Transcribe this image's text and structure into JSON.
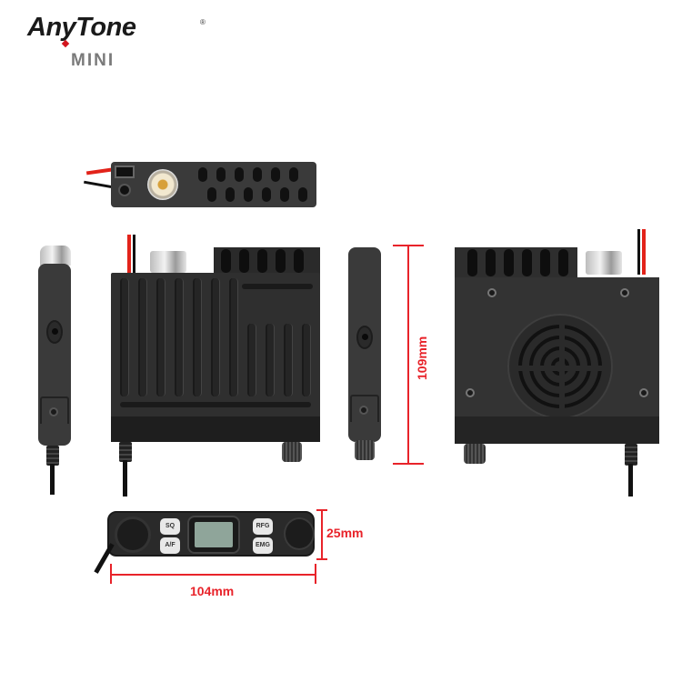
{
  "brand": {
    "logo_text": "AnyTone",
    "registered_mark": "®",
    "model": "MINI"
  },
  "views": {
    "rear": {
      "label": "rear-panel-view"
    },
    "left_side": {
      "label": "left-side-view"
    },
    "top": {
      "label": "top-view"
    },
    "right_side": {
      "label": "right-side-view"
    },
    "bottom": {
      "label": "bottom-speaker-view"
    },
    "front": {
      "label": "front-panel-view",
      "buttons": [
        {
          "label": "SQ"
        },
        {
          "label": "A/F"
        },
        {
          "label": "RFG"
        },
        {
          "label": "EMG"
        }
      ]
    }
  },
  "dimensions": {
    "depth": "109mm",
    "height": "25mm",
    "width": "104mm"
  },
  "colors": {
    "dimension_red": "#e8232a",
    "body_black": "#2b2b2b",
    "lcd_green": "#8fa59a",
    "logo_red": "#d3151e",
    "model_gray": "#7a7a7a"
  }
}
